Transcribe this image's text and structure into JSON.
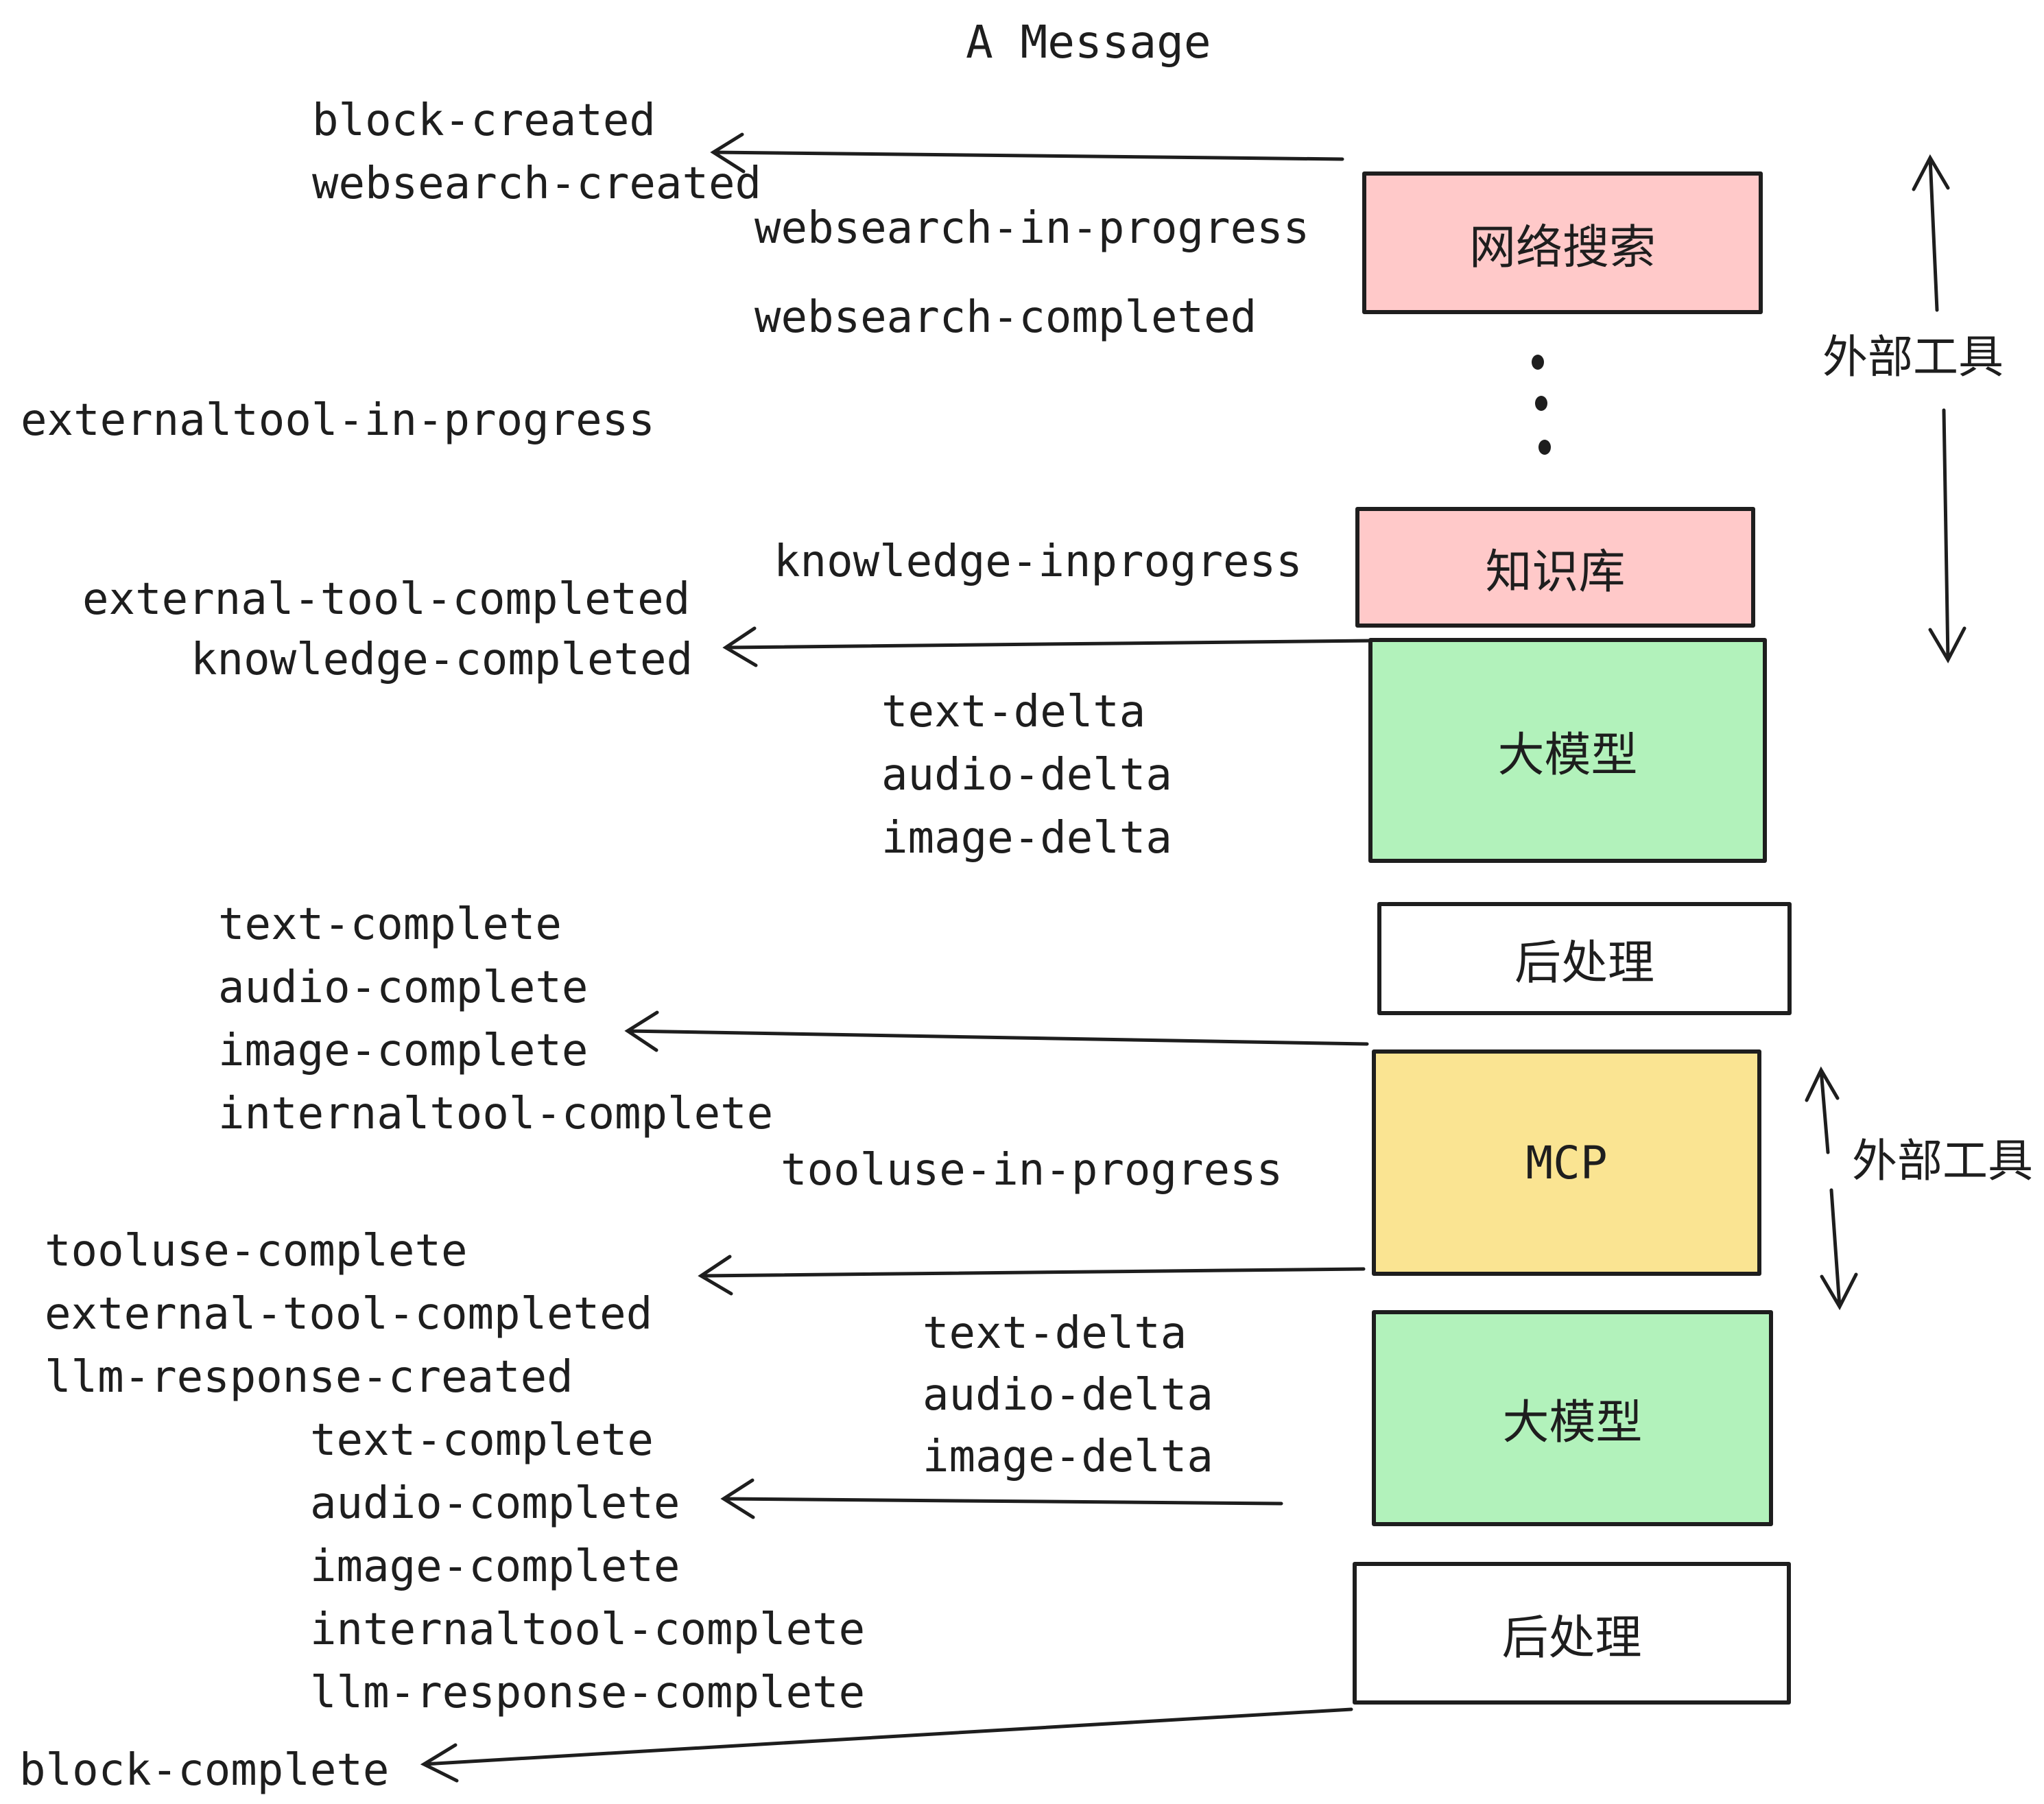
{
  "title": "A Message",
  "labels": {
    "block_created": "block-created",
    "websearch_created": "websearch-created",
    "websearch_in_progress": "websearch-in-progress",
    "websearch_completed": "websearch-completed",
    "externaltool_in_progress": "externaltool-in-progress",
    "knowledge_inprogress": "knowledge-inprogress",
    "external_tool_completed_1": "external-tool-completed",
    "knowledge_completed": "knowledge-completed",
    "text_delta_1": "text-delta",
    "audio_delta_1": "audio-delta",
    "image_delta_1": "image-delta",
    "text_complete_1": "text-complete",
    "audio_complete_1": "audio-complete",
    "image_complete_1": "image-complete",
    "internaltool_complete_1": "internaltool-complete",
    "tooluse_in_progress": "tooluse-in-progress",
    "tooluse_complete": "tooluse-complete",
    "external_tool_completed_2": "external-tool-completed",
    "llm_response_created": "llm-response-created",
    "text_delta_2": "text-delta",
    "audio_delta_2": "audio-delta",
    "image_delta_2": "image-delta",
    "text_complete_2": "text-complete",
    "audio_complete_2": "audio-complete",
    "image_complete_2": "image-complete",
    "internaltool_complete_2": "internaltool-complete",
    "llm_response_complete": "llm-response-complete",
    "block_complete": "block-complete"
  },
  "boxes": {
    "websearch": "网络搜索",
    "knowledge": "知识库",
    "llm1": "大模型",
    "post1": "后处理",
    "mcp": "MCP",
    "llm2": "大模型",
    "post2": "后处理"
  },
  "side_labels": {
    "external_tools_1": "外部工具",
    "external_tools_2": "外部工具"
  },
  "colors": {
    "pink": "#ffc9c9",
    "green": "#b2f2bb",
    "yellow": "#fae492",
    "white": "#ffffff",
    "ink": "#1e1e1e"
  }
}
